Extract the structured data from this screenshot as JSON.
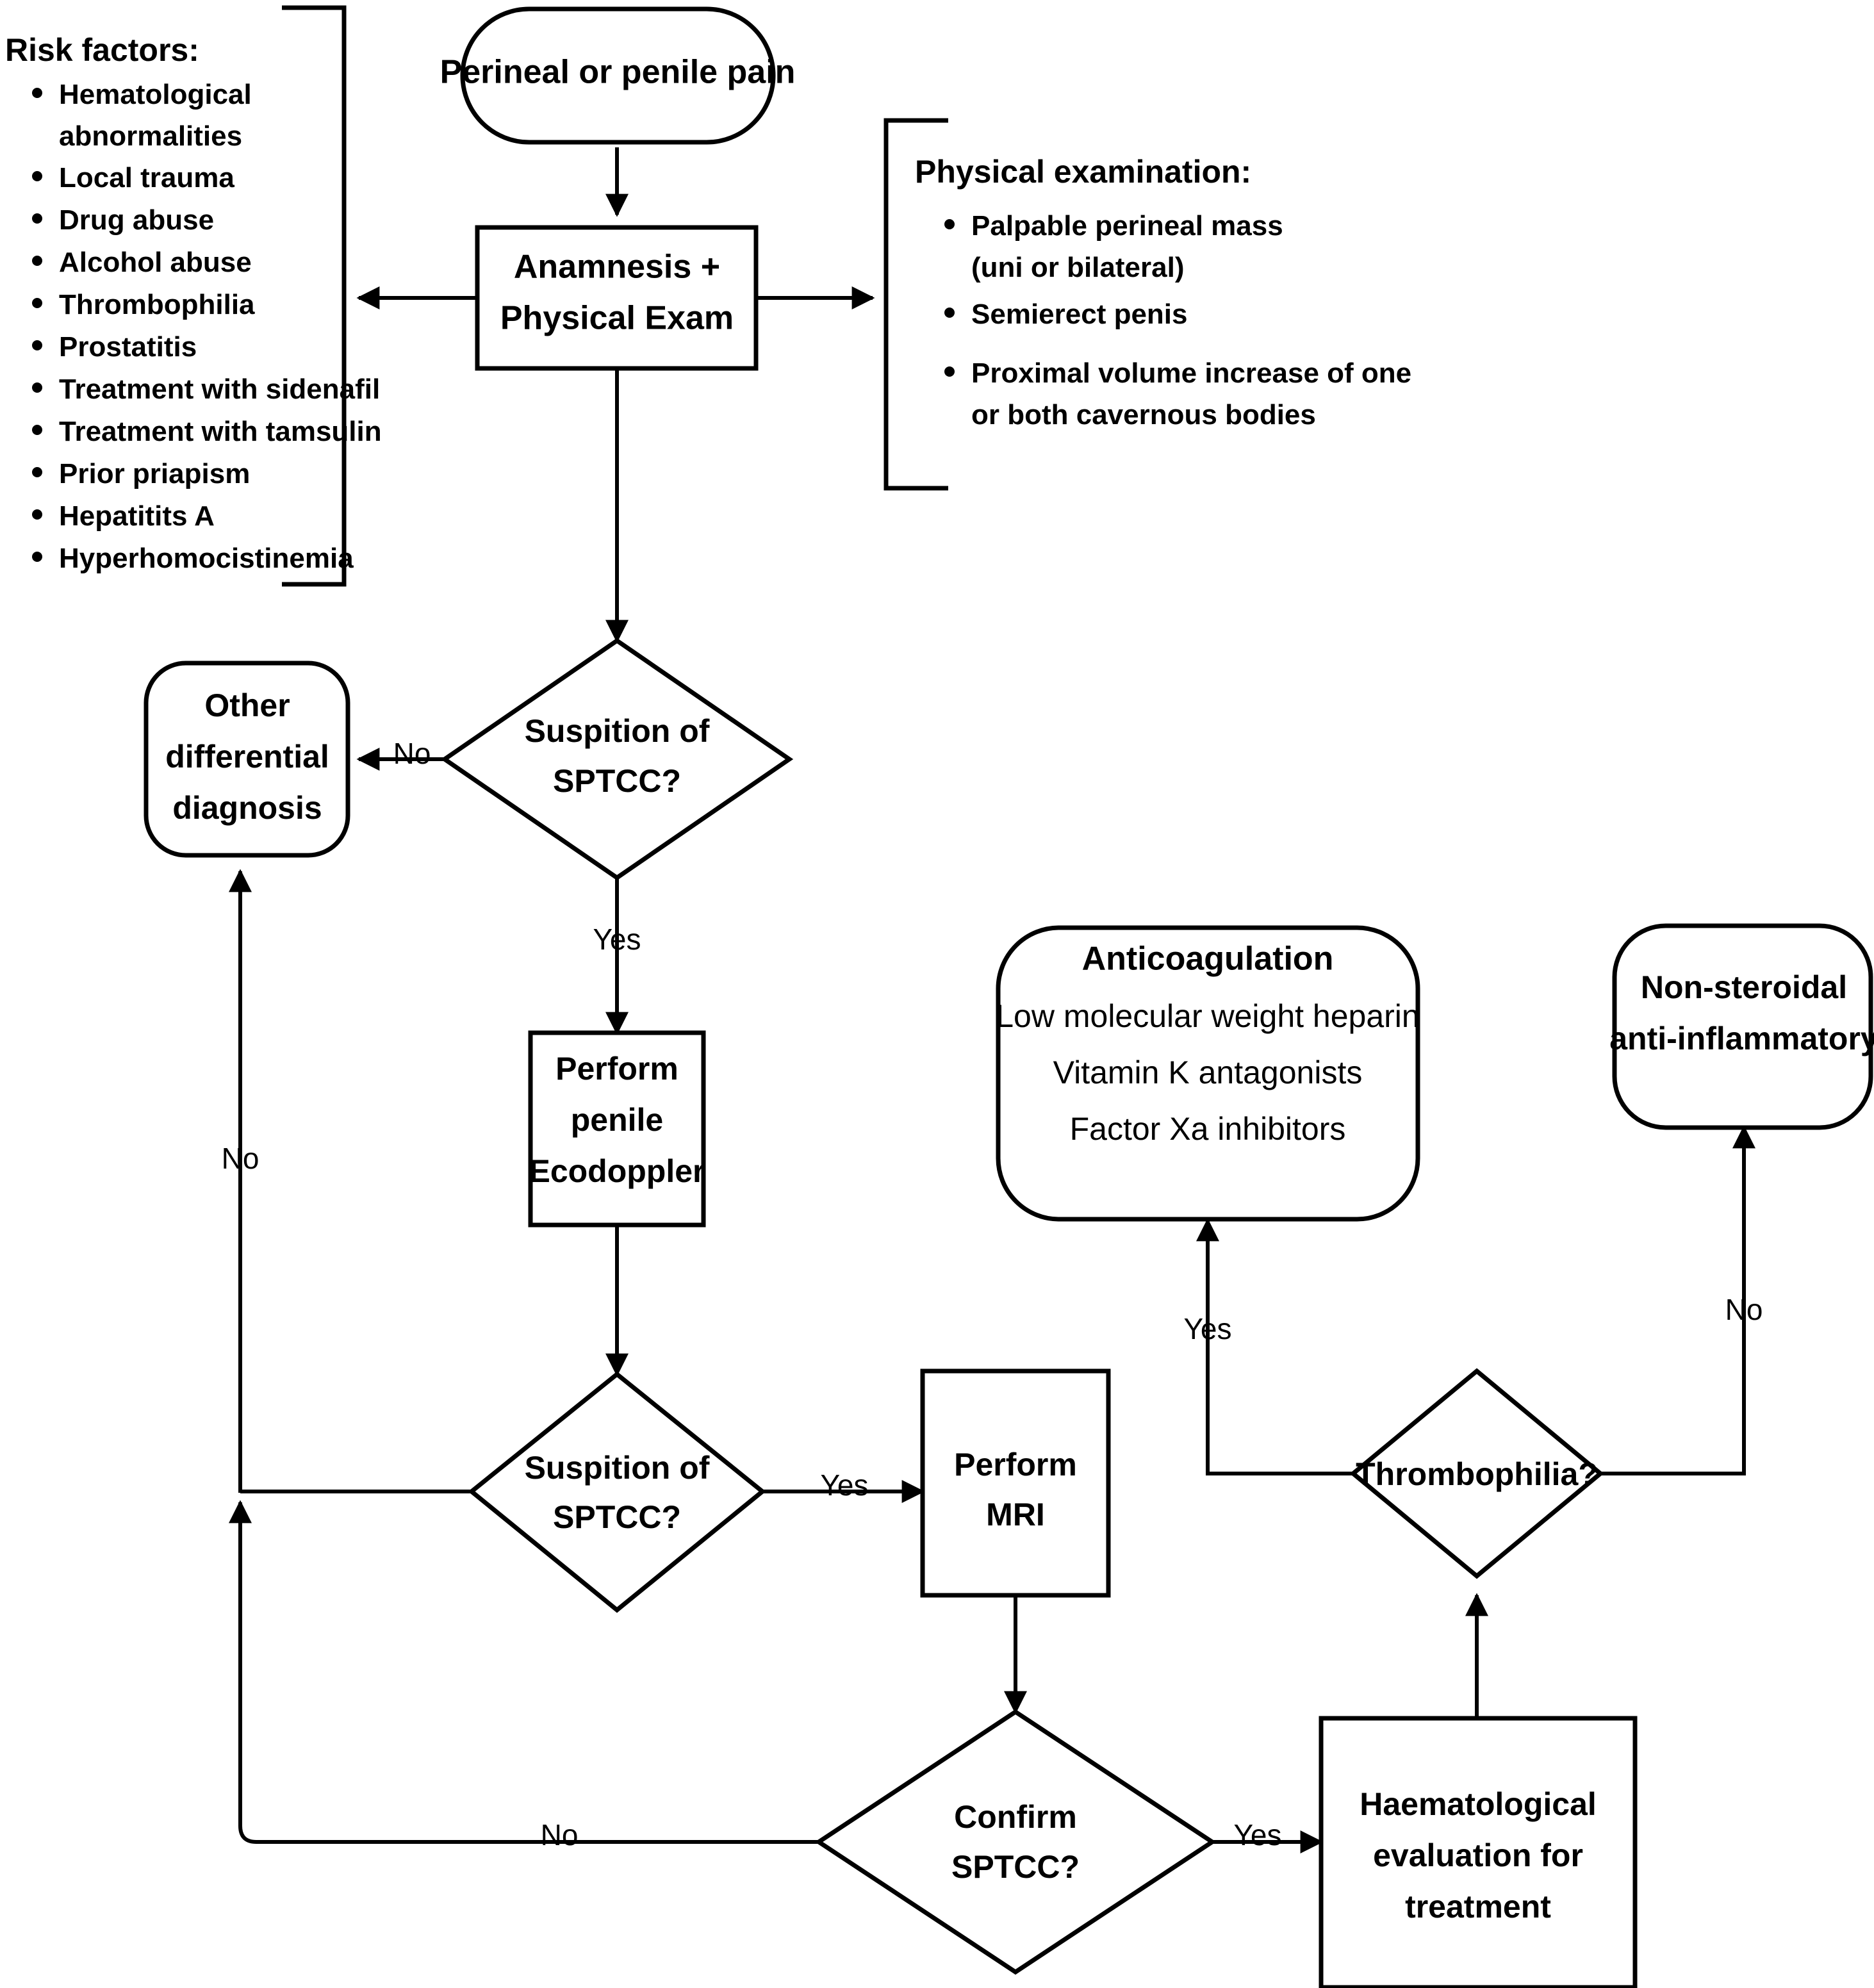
{
  "figure": {
    "type": "clinical-decision-flowchart",
    "topic": "SPTCC (segmental partial thrombosis of the corpus cavernosum) diagnostic and treatment algorithm"
  },
  "annotations": {
    "risk_factors": {
      "title": "Risk factors:",
      "items": [
        "Hematological abnormalities",
        "Local trauma",
        "Drug abuse",
        "Alcohol abuse",
        "Thrombophilia",
        "Prostatitis",
        "Treatment with sidenafil",
        "Treatment with tamsulin",
        "Prior priapism",
        "Hepatitits A",
        "Hyperhomocistinemia"
      ]
    },
    "physical_examination": {
      "title": "Physical examination:",
      "items": [
        "Palpable perineal mass (uni or bilateral)",
        "Semierect penis",
        "Proximal volume increase of one or both cavernous bodies"
      ]
    }
  },
  "nodes": {
    "start": {
      "label": "Perineal or penile pain",
      "shape": "stadium"
    },
    "anamnesis": {
      "line1": "Anamnesis +",
      "line2": "Physical Exam",
      "shape": "rect"
    },
    "suspicion1": {
      "line1": "Suspition of",
      "line2": "SPTCC?",
      "shape": "diamond"
    },
    "other_dx": {
      "line1": "Other",
      "line2": "differential",
      "line3": "diagnosis",
      "shape": "rounded"
    },
    "ecodoppler": {
      "line1": "Perform",
      "line2": "penile",
      "line3": "Ecodoppler",
      "shape": "rect"
    },
    "suspicion2": {
      "line1": "Suspition of",
      "line2": "SPTCC?",
      "shape": "diamond"
    },
    "mri": {
      "line1": "Perform",
      "line2": "MRI",
      "shape": "rect"
    },
    "confirm": {
      "line1": "Confirm",
      "line2": "SPTCC?",
      "shape": "diamond"
    },
    "haem_eval": {
      "line1": "Haematological",
      "line2": "evaluation for",
      "line3": "treatment",
      "shape": "rect"
    },
    "thrombophilia": {
      "label": "Thrombophilia?",
      "shape": "diamond"
    },
    "anticoagulation": {
      "title": "Anticoagulation",
      "line1": "Low molecular weight heparin",
      "line2": "Vitamin K antagonists",
      "line3": "Factor Xa inhibitors",
      "shape": "rounded"
    },
    "nsaid": {
      "line1": "Non-steroidal",
      "line2": "anti-inflammatory",
      "shape": "rounded"
    }
  },
  "edge_labels": {
    "suspicion1_no": "No",
    "suspicion1_yes": "Yes",
    "suspicion2_yes": "Yes",
    "suspicion2_no": "No",
    "confirm_yes": "Yes",
    "confirm_no": "No",
    "thrombophilia_yes": "Yes",
    "thrombophilia_no": "No"
  },
  "colors": {
    "stroke": "#000000",
    "fill": "#ffffff",
    "text": "#000000"
  }
}
